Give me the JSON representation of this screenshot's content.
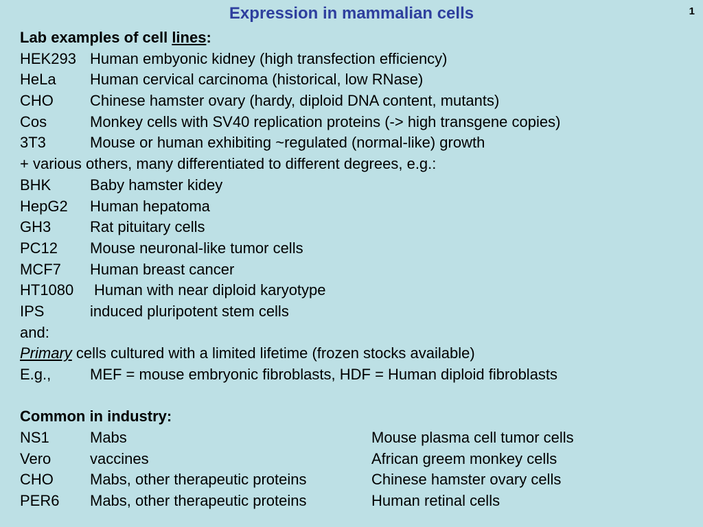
{
  "title": "Expression in mammalian cells",
  "page_number": "1",
  "lab_heading": {
    "prefix": "Lab examples of cell ",
    "underlined": "lines",
    "suffix": ":"
  },
  "lab_lines": [
    {
      "name": "HEK293",
      "desc": "Human embyonic kidney (high transfection efficiency)"
    },
    {
      "name": "HeLa",
      "desc": "Human cervical carcinoma (historical, low RNase)"
    },
    {
      "name": "CHO",
      "desc": "Chinese hamster ovary (hardy, diploid DNA content, mutants)"
    },
    {
      "name": "Cos",
      "desc": "Monkey cells with SV40 replication proteins (-> high transgene copies)"
    },
    {
      "name": "3T3",
      "desc": "Mouse or human exhibiting ~regulated (normal-like) growth"
    }
  ],
  "various_line": "+ various others, many differentiated to different degrees, e.g.:",
  "other_lines": [
    {
      "name": "BHK",
      "desc": "Baby hamster kidey"
    },
    {
      "name": "HepG2",
      "desc": "Human hepatoma"
    },
    {
      "name": "GH3",
      "desc": "Rat pituitary cells"
    },
    {
      "name": "PC12",
      "desc": "Mouse neuronal-like tumor cells"
    },
    {
      "name": "MCF7",
      "desc": "Human breast cancer"
    },
    {
      "name": "HT1080",
      "desc": "Human with near diploid karyotype"
    },
    {
      "name": "IPS",
      "desc": "induced pluripotent stem cells"
    }
  ],
  "and_line": "and:",
  "primary": {
    "emph": "Primary",
    "rest": " cells cultured with a limited lifetime (frozen stocks available)"
  },
  "eg": {
    "label": "E.g.,",
    "text": "MEF = mouse embryonic fibroblasts, HDF = Human diploid fibroblasts"
  },
  "industry_heading": "Common in industry:",
  "industry": [
    {
      "name": "NS1",
      "use": "Mabs",
      "origin": "Mouse plasma cell tumor cells"
    },
    {
      "name": "Vero",
      "use": "vaccines",
      "origin": "African greem monkey cells"
    },
    {
      "name": "CHO",
      "use": "Mabs, other therapeutic proteins",
      "origin": "Chinese hamster ovary cells"
    },
    {
      "name": "PER6",
      "use": "Mabs, other therapeutic proteins",
      "origin": "Human retinal cells"
    }
  ]
}
